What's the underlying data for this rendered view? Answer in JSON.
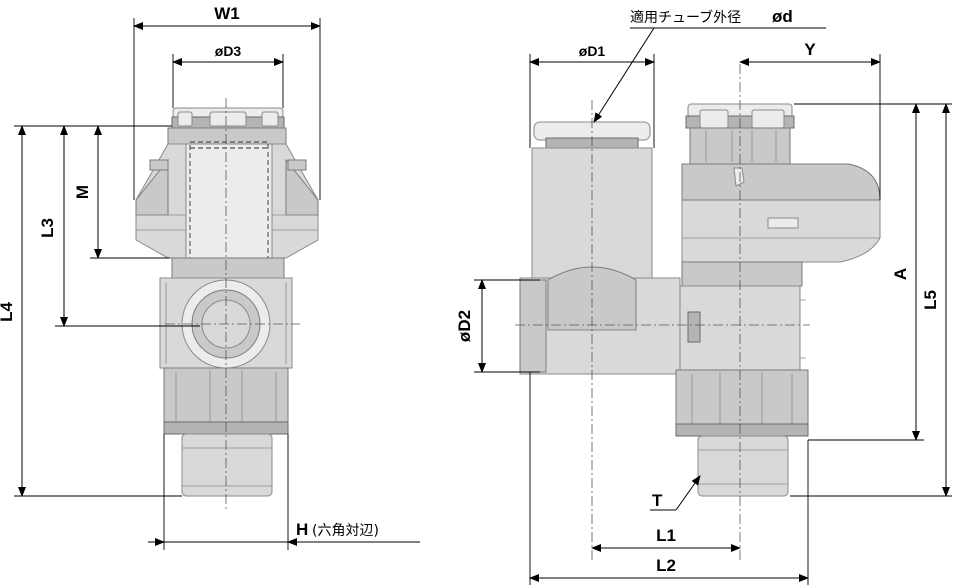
{
  "labels": {
    "w1": "W1",
    "d3": "øD3",
    "m": "M",
    "l3": "L3",
    "l4": "L4",
    "h": "H",
    "h_note": "(六角対辺)",
    "tube_note": "適用チューブ外径",
    "tube_symbol": "ød",
    "d1": "øD1",
    "y": "Y",
    "d2": "øD2",
    "a": "A",
    "l5": "L5",
    "t": "T",
    "l1": "L1",
    "l2": "L2"
  },
  "colors": {
    "body_light": "#d9d9d9",
    "body_mid": "#c9c9c9",
    "body_dark": "#b4b4b4",
    "line": "#000000"
  }
}
